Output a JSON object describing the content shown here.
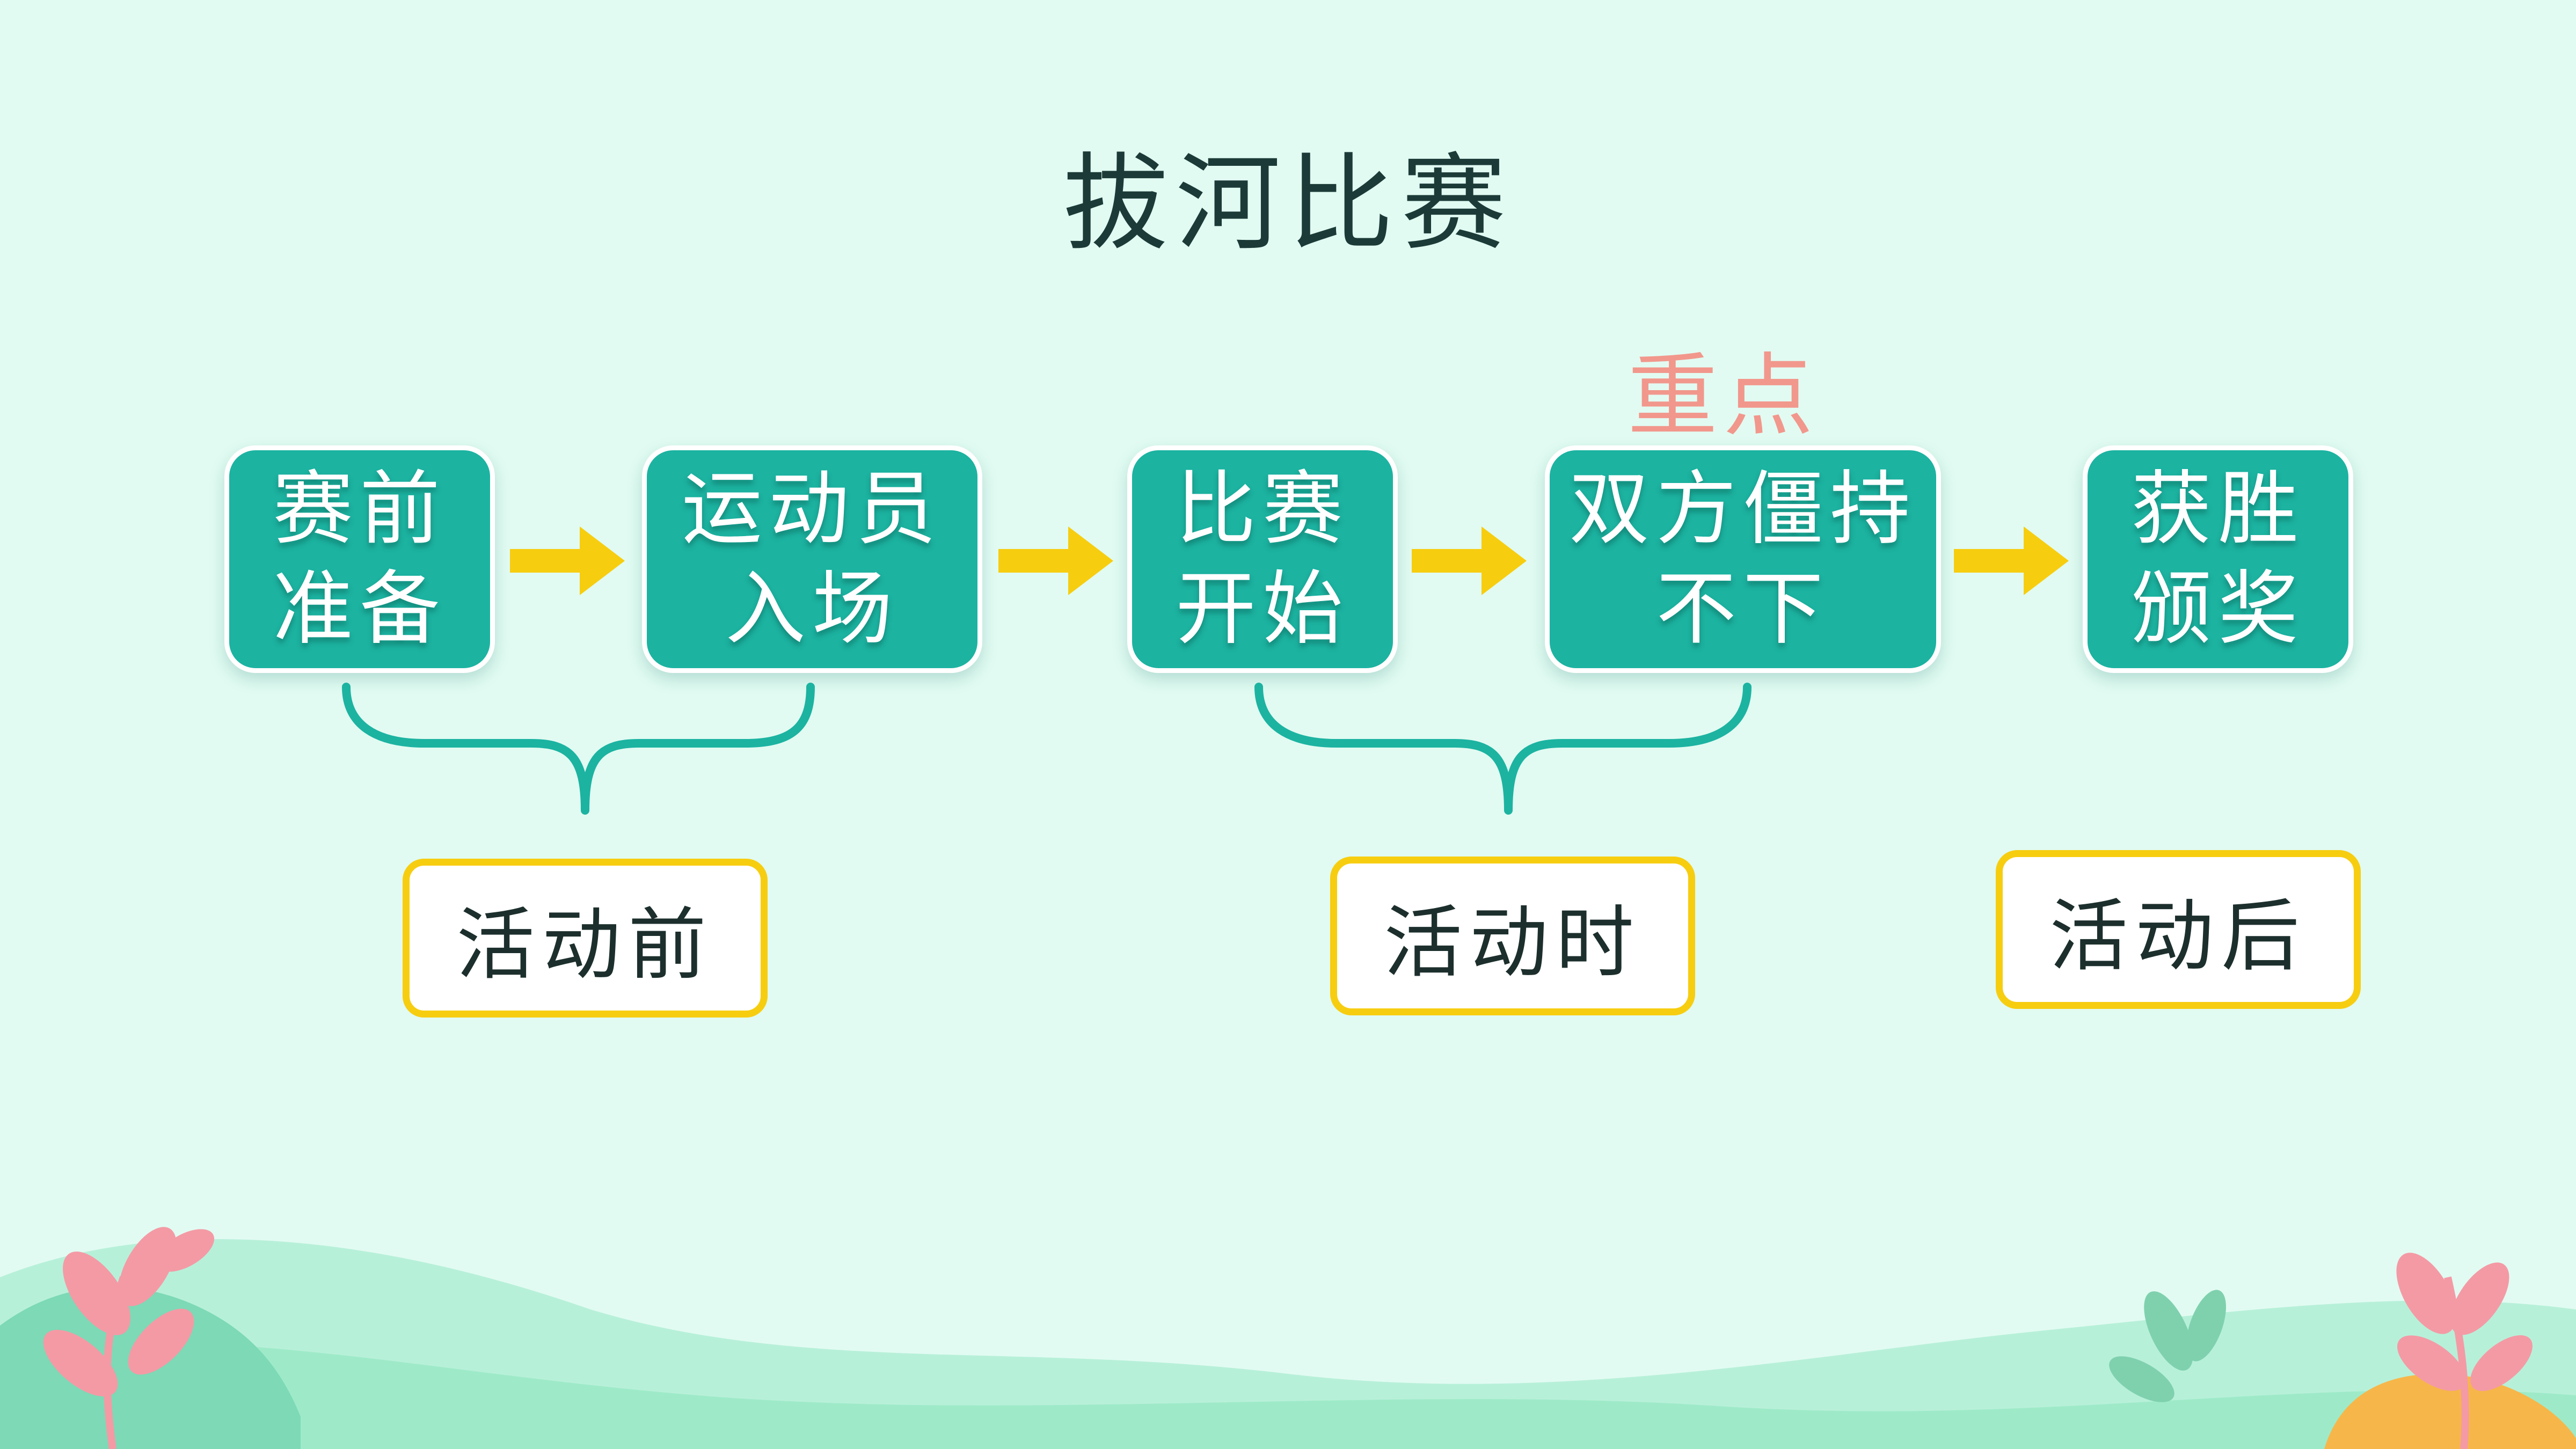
{
  "title": "拔河比赛",
  "emphasis": "重点",
  "steps": [
    {
      "line1": "赛前",
      "line2": "准备"
    },
    {
      "line1": "运动员",
      "line2": "入场"
    },
    {
      "line1": "比赛",
      "line2": "开始"
    },
    {
      "line1": "双方僵持",
      "line2": "不下"
    },
    {
      "line1": "获胜",
      "line2": "颁奖"
    }
  ],
  "phases": [
    "活动前",
    "活动时",
    "活动后"
  ],
  "colors": {
    "background": "#e1fbf2",
    "step_fill": "#1cb3a1",
    "step_border": "#ffffff",
    "arrow": "#f7cd10",
    "phase_border": "#f7cd10",
    "bracket": "#1cb3a1",
    "emphasis_text": "#f2978c",
    "title_text": "#1c3b38"
  }
}
